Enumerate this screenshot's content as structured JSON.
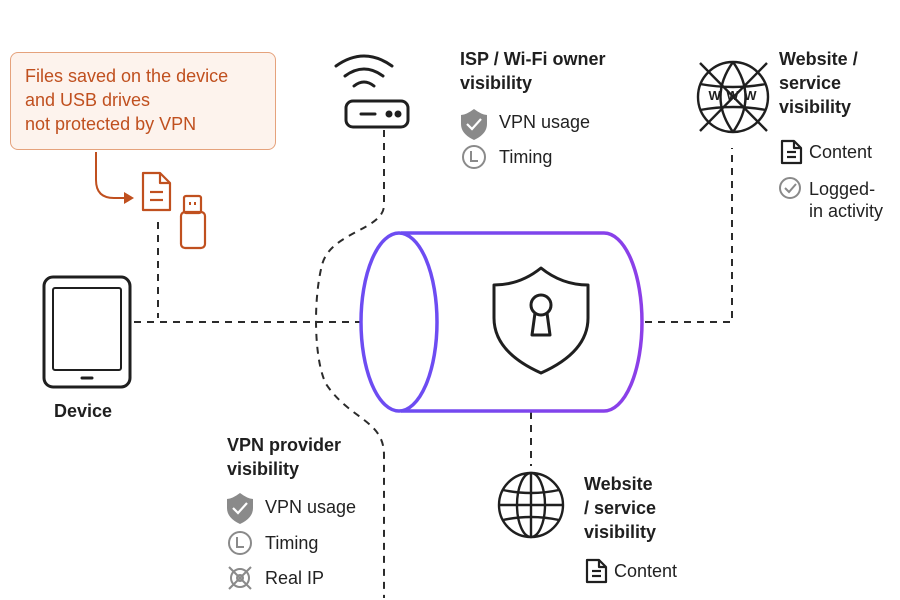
{
  "callout": {
    "lines": [
      "Files saved on the device",
      "and USB drives",
      "not protected by VPN"
    ]
  },
  "device": {
    "label": "Device"
  },
  "isp": {
    "title_lines": [
      "ISP / Wi-Fi owner",
      "visibility"
    ],
    "items": [
      {
        "icon": "shield-check-icon",
        "label": "VPN usage"
      },
      {
        "icon": "clock-icon",
        "label": "Timing"
      }
    ]
  },
  "website_top": {
    "title_lines": [
      "Website /",
      "service",
      "visibility"
    ],
    "logo_text": "W W W",
    "items": [
      {
        "icon": "document-icon",
        "label_lines": [
          "Content"
        ]
      },
      {
        "icon": "check-circle-icon",
        "label_lines": [
          "Logged-",
          "in activity"
        ]
      }
    ]
  },
  "vpn_provider": {
    "title_lines": [
      "VPN provider",
      "visibility"
    ],
    "items": [
      {
        "icon": "shield-check-icon",
        "label": "VPN usage"
      },
      {
        "icon": "clock-icon",
        "label": "Timing"
      },
      {
        "icon": "crossed-location-icon",
        "label": "Real IP"
      }
    ]
  },
  "website_bottom": {
    "title_lines": [
      "Website",
      "/ service",
      "visibility"
    ],
    "items": [
      {
        "icon": "document-icon",
        "label": "Content"
      }
    ]
  },
  "colors": {
    "accent_orange": "#c0501f",
    "callout_border": "#e5a27c",
    "callout_fill": "#fdf3ed",
    "tunnel_purple": "#6a4df0",
    "ink": "#1f1f1f",
    "muted_gray": "#8a8a8a"
  }
}
